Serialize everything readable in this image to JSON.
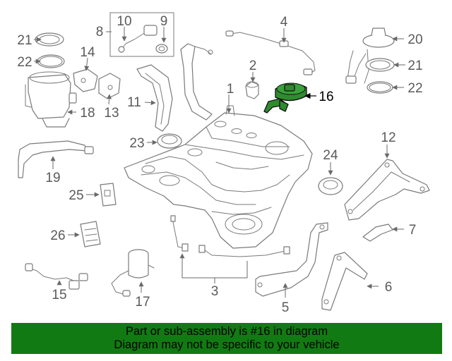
{
  "diagram": {
    "highlight_color": "#2e8b2e",
    "banner_color": "#127a12",
    "labels": {
      "p1": "1",
      "p2": "2",
      "p3": "3",
      "p4": "4",
      "p5": "5",
      "p6": "6",
      "p7": "7",
      "p8": "8",
      "p9": "9",
      "p10": "10",
      "p11": "11",
      "p12": "12",
      "p13": "13",
      "p14": "14",
      "p15": "15",
      "p16": "16",
      "p17": "17",
      "p18": "18",
      "p19": "19",
      "p20": "20",
      "p21a": "21",
      "p21b": "21",
      "p22a": "22",
      "p22b": "22",
      "p23": "23",
      "p24": "24",
      "p25": "25",
      "p26": "26"
    }
  },
  "banner": {
    "line1": "Part or sub-assembly is #16 in diagram",
    "line2": "Diagram may not be specific to your vehicle"
  }
}
